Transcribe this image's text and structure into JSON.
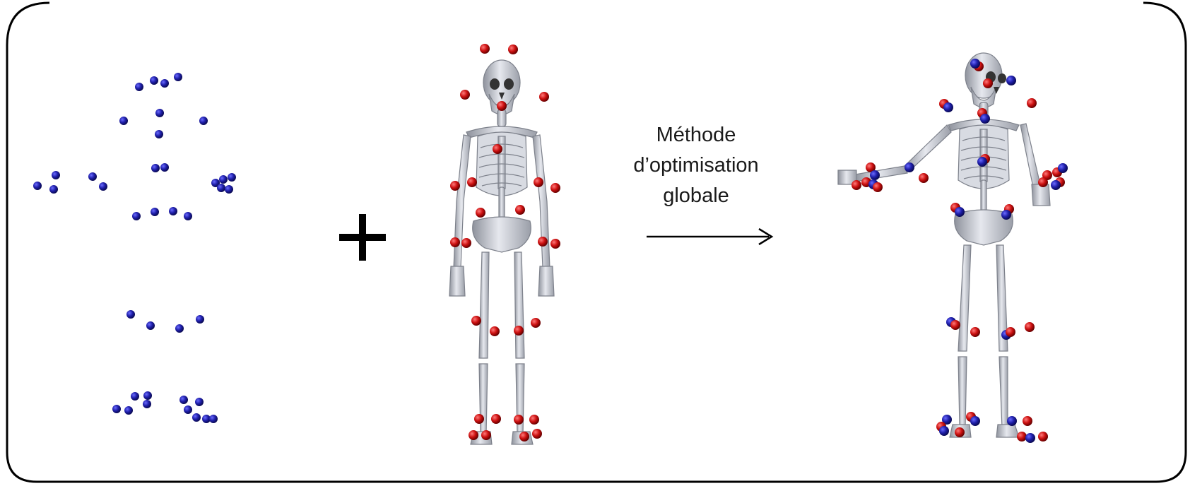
{
  "caption": {
    "line1": "Méthode",
    "line2": "d’optimisation",
    "line3": "globale"
  },
  "colors": {
    "frame": "#000000",
    "bone": "#c4c7cf",
    "bone_shade": "#8e929c",
    "marker_measured": "#1e1ea8",
    "marker_model": "#cc1010",
    "text": "#1a1a1a"
  },
  "icons": {
    "plus": "plus-icon",
    "arrow": "arrow-right-icon"
  }
}
